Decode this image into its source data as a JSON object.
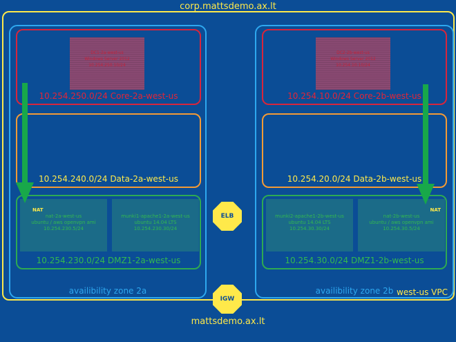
{
  "top_domain": "corp.mattsdemo.ax.lt",
  "bottom_domain": "mattsdemo.ax.lt",
  "vpc_label": "west-us VPC",
  "az_left": {
    "label": "availibility zone 2a",
    "core": {
      "label": "10.254.250.0/24 Core-2a-west-us",
      "server": [
        "DC1-2a-west-us",
        "Windows Server 2012",
        "10.254.250.10/24"
      ]
    },
    "data": {
      "label": "10.254.240.0/24 Data-2a-west-us"
    },
    "dmz": {
      "label": "10.254.230.0/24 DMZ1-2a-west-us",
      "nat_host": {
        "tag": "NAT",
        "lines": [
          "nat-2a-west-us",
          "ubuntu / aws openvpn ami",
          "10.254.230.5/24"
        ]
      },
      "web_host": {
        "lines": [
          "munki1-apache1-2a-west-us",
          "ubuntu 14.04 LTS",
          "10.254.230.30/24"
        ]
      }
    }
  },
  "az_right": {
    "label": "availibility zone 2b",
    "core": {
      "label": "10.254.10.0/24 Core-2b-west-us",
      "server": [
        "DC2-2b-west-us",
        "Windows Server 2012",
        "10.254.10.10/24"
      ]
    },
    "data": {
      "label": "10.254.20.0/24 Data-2b-west-us"
    },
    "dmz": {
      "label": "10.254.30.0/24 DMZ1-2b-west-us",
      "web_host": {
        "lines": [
          "munki2-apache1-2b-west-us",
          "ubuntu 14.04 LTS",
          "10.254.30.30/24"
        ]
      },
      "nat_host": {
        "tag": "NAT",
        "lines": [
          "nat-2b-west-us",
          "ubuntu / aws openvpn ami",
          "10.254.30.5/24"
        ]
      }
    }
  },
  "elb_label": "ELB",
  "igw_label": "IGW",
  "colors": {
    "background": "#0b4d96",
    "vpc": "#ffe94a",
    "az": "#2ea8ef",
    "core": "#d9253b",
    "data": "#f59b35",
    "dmz": "#2eaa52",
    "arrow": "#18a84a"
  }
}
